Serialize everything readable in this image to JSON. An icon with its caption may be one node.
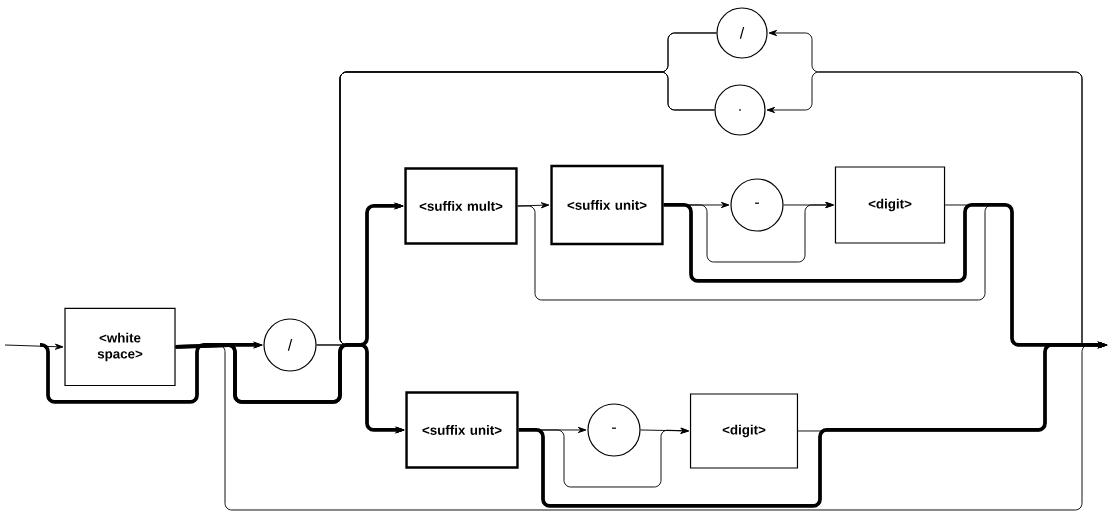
{
  "diagram": {
    "nodes": [
      {
        "text": [
          "<white space>"
        ]
      },
      {
        "text": [
          "/"
        ]
      },
      {
        "text": [
          "/"
        ]
      },
      {
        "text": [
          "."
        ]
      },
      {
        "text": [
          "<suffix mult>"
        ]
      },
      {
        "text": [
          "<suffix unit>"
        ]
      },
      {
        "text": [
          "-"
        ]
      },
      {
        "text": [
          "<digit>"
        ]
      },
      {
        "text": [
          "<suffix unit>"
        ]
      },
      {
        "text": [
          "-"
        ]
      },
      {
        "text": [
          "<digit>"
        ]
      }
    ],
    "edges": [
      {
        "from": null,
        "to": 0,
        "arrow": "to"
      },
      {
        "from": null,
        "to": 1,
        "arrow": "to",
        "style": "thick"
      },
      {
        "from": 0,
        "to": 1,
        "arrow": "to"
      },
      {
        "from": 0,
        "to": 4,
        "arrow": "to",
        "style": "thick"
      },
      {
        "from": 0,
        "to": 8,
        "arrow": "to",
        "style": "thick"
      },
      {
        "from": 1,
        "to": 4,
        "arrow": "to"
      },
      {
        "from": 1,
        "to": 8,
        "arrow": "to"
      },
      {
        "from": 0,
        "to": null,
        "arrow": "to"
      },
      {
        "from": 4,
        "to": 5,
        "arrow": "to"
      },
      {
        "from": 4,
        "to": null,
        "arrow": "to"
      },
      {
        "from": 5,
        "to": 6,
        "arrow": "to"
      },
      {
        "from": 5,
        "to": 7,
        "arrow": "to"
      },
      {
        "from": 6,
        "to": 7,
        "arrow": "to"
      },
      {
        "from": 5,
        "to": null,
        "arrow": "to",
        "style": "thick"
      },
      {
        "from": 7,
        "to": null,
        "arrow": "to"
      },
      {
        "from": 8,
        "to": 9,
        "arrow": "to"
      },
      {
        "from": 8,
        "to": 10,
        "arrow": "to"
      },
      {
        "from": 9,
        "to": 10,
        "arrow": "to"
      },
      {
        "from": 8,
        "to": null,
        "arrow": "to",
        "style": "thick"
      },
      {
        "from": 10,
        "to": null,
        "arrow": "to"
      },
      {
        "from": null,
        "to": 2,
        "arrow": "to"
      },
      {
        "from": null,
        "to": 3,
        "arrow": "to"
      },
      {
        "from": 2,
        "to": 4,
        "arrow": "to"
      },
      {
        "from": 2,
        "to": 8,
        "arrow": "to"
      },
      {
        "from": 3,
        "to": 4,
        "arrow": "to"
      },
      {
        "from": 3,
        "to": 8,
        "arrow": "to"
      }
    ]
  }
}
